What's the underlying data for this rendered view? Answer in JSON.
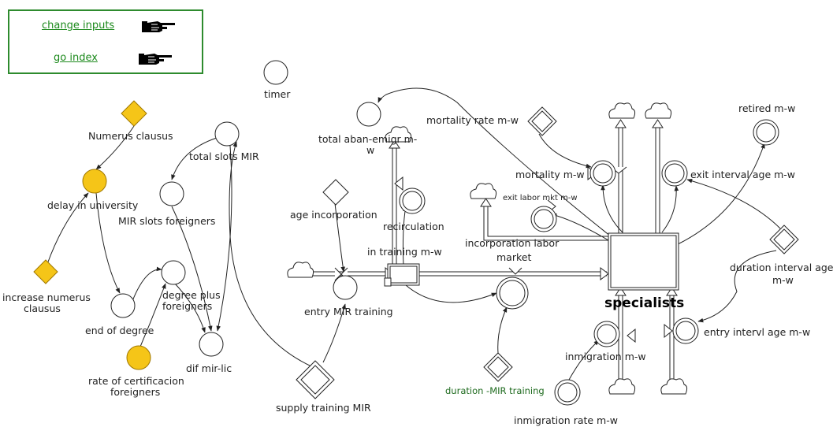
{
  "nav": {
    "change_inputs": "change inputs",
    "go_index": "go index"
  },
  "labels": {
    "timer": "timer",
    "numerus_clausus": "Numerus clausus",
    "delay_in_university": "delay in university",
    "increase_numerus_clausus_1": "increase numerus",
    "increase_numerus_clausus_2": "clausus",
    "end_of_degree": "end of degree",
    "rate_certification_1": "rate of certificacion",
    "rate_certification_2": "foreigners",
    "total_slots_mir": "total slots MIR",
    "mir_slots_foreigners": "MIR slots foreigners",
    "degree_plus_foreigners_1": "degree plus",
    "degree_plus_foreigners_2": "foreigners",
    "dif_mir_lic": "dif mir-lic",
    "supply_training_mir": "supply training MIR",
    "age_incorporation": "age incorporation",
    "entry_mir_training": "entry MIR training",
    "total_aban_emigr_1": "total aban-emigr m-",
    "total_aban_emigr_2": "w",
    "recirculation": "recirculation",
    "in_training": "in training m-w",
    "mortality_rate": "mortality rate m-w",
    "mortality": "mortality m-w",
    "exit_labor_mkt": "exit labor mkt m-w",
    "incorporation_labor_1": "incorporation labor",
    "incorporation_labor_2": "market",
    "duration_mir_training": "duration -MIR training",
    "specialists": "specialists",
    "retired": "retired m-w",
    "exit_interval_age": "exit interval age m-w",
    "duration_interval_age_1": "duration interval age",
    "duration_interval_age_2": "m-w",
    "entry_intervl_age": "entry intervl age m-w",
    "inmigration": "inmigration m-w",
    "inmigration_rate": "inmigration rate m-w"
  },
  "colors": {
    "input_fill": "#f5c518",
    "input_stroke": "#a07800",
    "nav_border": "#2e8b2e",
    "nav_text": "#1d8a1d",
    "line": "#222222"
  }
}
